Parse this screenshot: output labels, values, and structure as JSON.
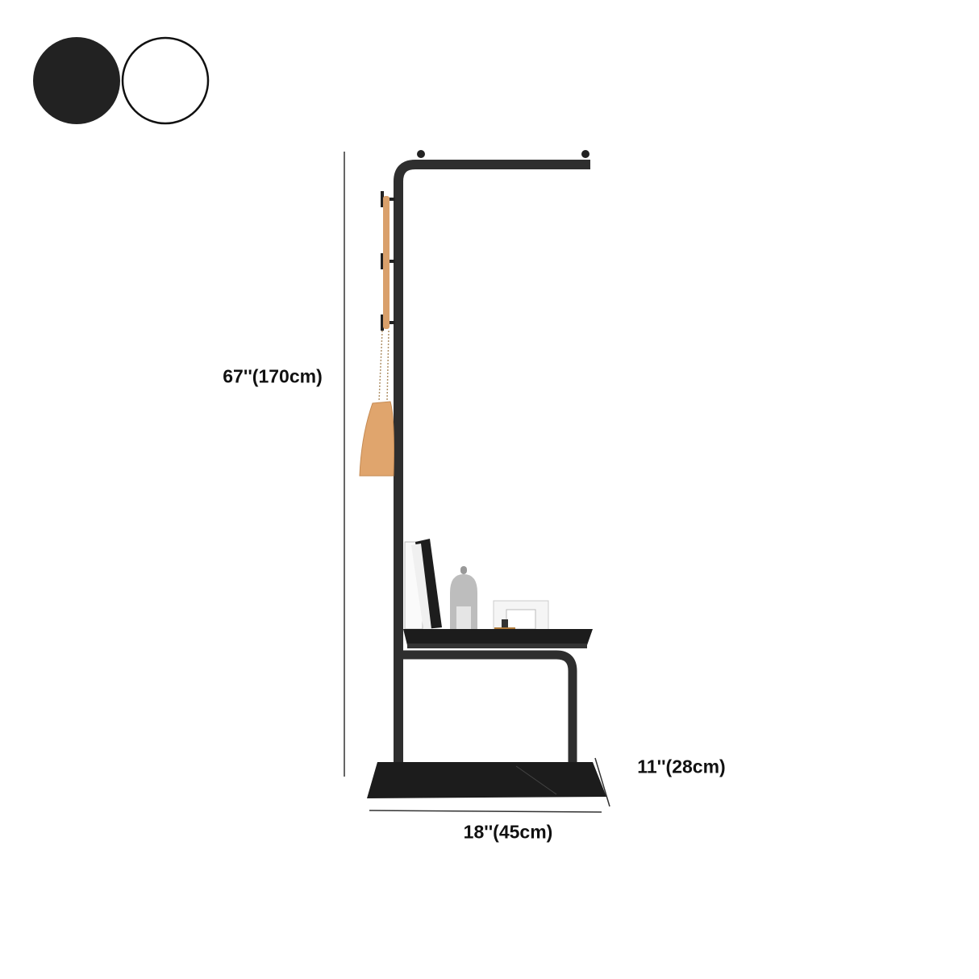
{
  "color_options": [
    {
      "name": "black",
      "color": "#222222"
    },
    {
      "name": "white",
      "color": "#ffffff"
    }
  ],
  "dimensions": {
    "height": "67''(170cm)",
    "width": "18''(45cm)",
    "depth": "11''(28cm)"
  },
  "colors": {
    "frame": "#2e2e2e",
    "leather": "#d9a06b",
    "base": "#1c1c1c"
  }
}
